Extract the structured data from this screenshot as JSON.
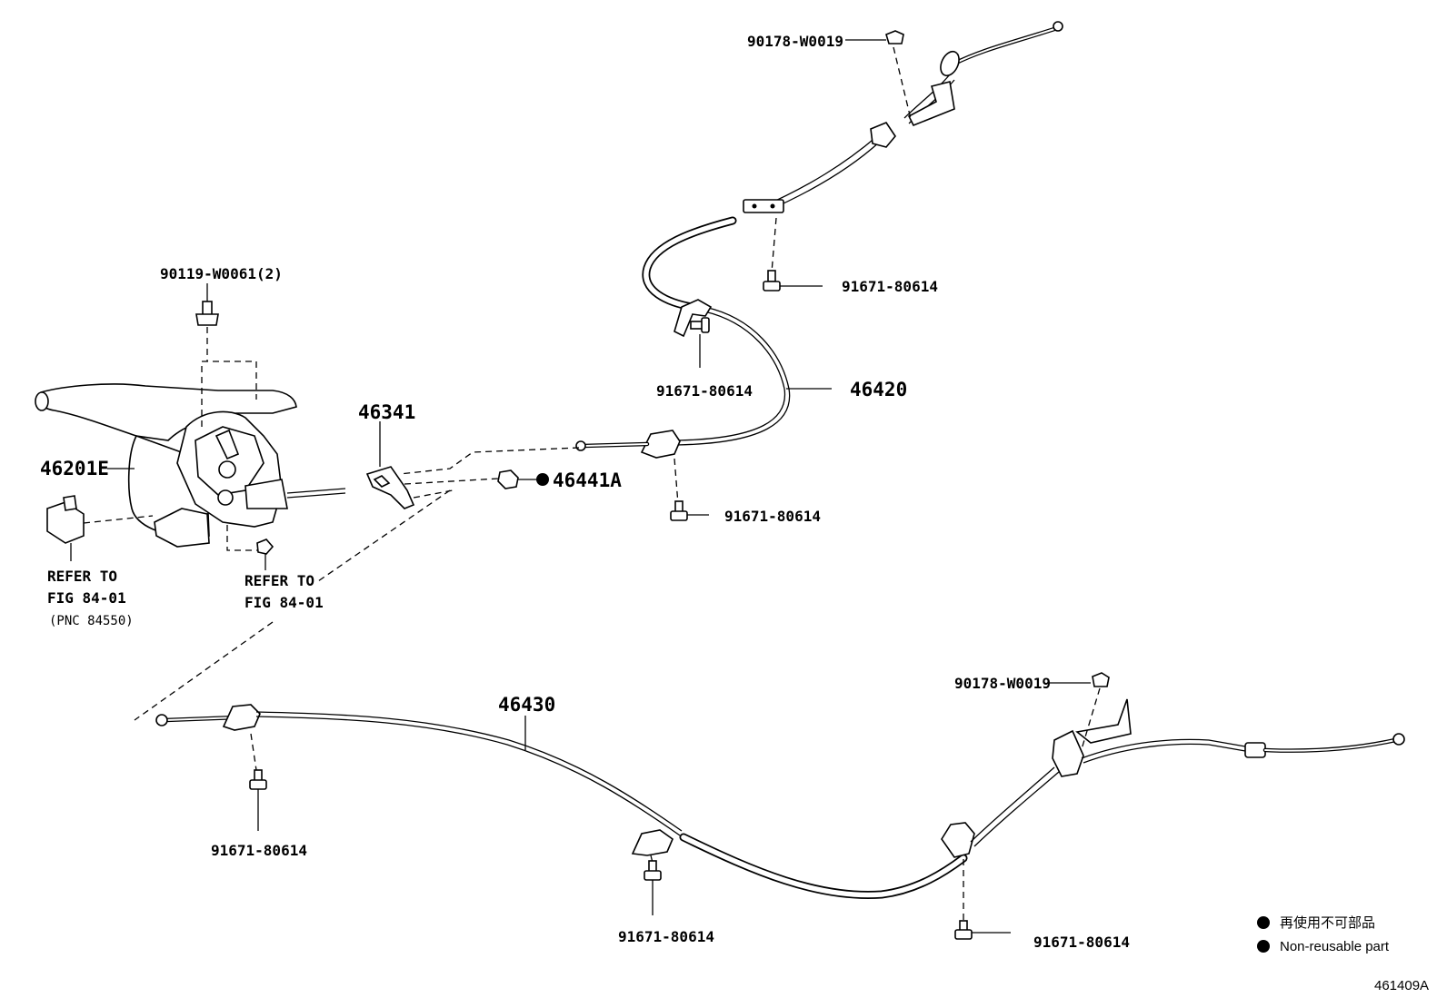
{
  "labels": {
    "lbl_90178_top": "90178-W0019",
    "lbl_90119": "90119-W0061(2)",
    "lbl_91671_a": "91671-80614",
    "lbl_91671_b": "91671-80614",
    "lbl_46420": "46420",
    "lbl_46341": "46341",
    "lbl_46201E": "46201E",
    "lbl_46441A": "46441A",
    "lbl_91671_c": "91671-80614",
    "lbl_refer1_l1": "REFER TO",
    "lbl_refer1_l2": "FIG 84-01",
    "lbl_refer1_l3": "(PNC 84550)",
    "lbl_refer2_l1": "REFER TO",
    "lbl_refer2_l2": "FIG 84-01",
    "lbl_46430": "46430",
    "lbl_90178_bot": "90178-W0019",
    "lbl_91671_d": "91671-80614",
    "lbl_91671_e": "91671-80614",
    "lbl_91671_f": "91671-80614"
  },
  "legend": {
    "jp": "再使用不可部品",
    "en": "Non-reusable part"
  },
  "figure_id": "461409A"
}
